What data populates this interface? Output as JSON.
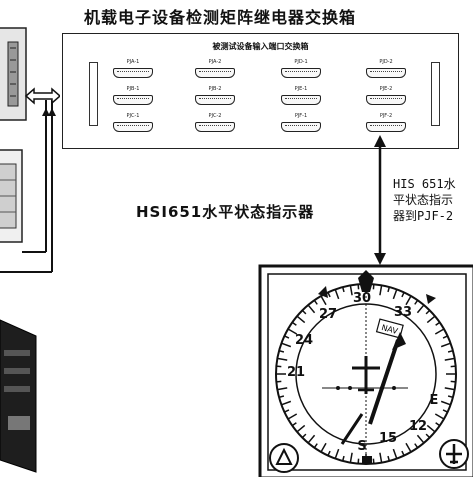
{
  "title": "机载电子设备检测矩阵继电器交换箱",
  "panel": {
    "title": "被测试设备输入端口交换箱",
    "connectors": [
      [
        "PJA-1",
        "PJA-2",
        "PJD-1",
        "PJD-2"
      ],
      [
        "PJB-1",
        "PJB-2",
        "PJE-1",
        "PJE-2"
      ],
      [
        "PJC-1",
        "PJC-2",
        "PJF-1",
        "PJF-2"
      ]
    ]
  },
  "instrument_label": "HSI651水平状态指示器",
  "link_note": [
    "HIS 651水",
    "平状态指示",
    "器到PJF-2"
  ],
  "compass": {
    "headings": [
      "30",
      "33",
      "27",
      "24",
      "21",
      "E",
      "12",
      "15",
      "S"
    ],
    "nav_badge": "NAV"
  },
  "colors": {
    "line": "#111111",
    "panel": "#ffffff"
  }
}
